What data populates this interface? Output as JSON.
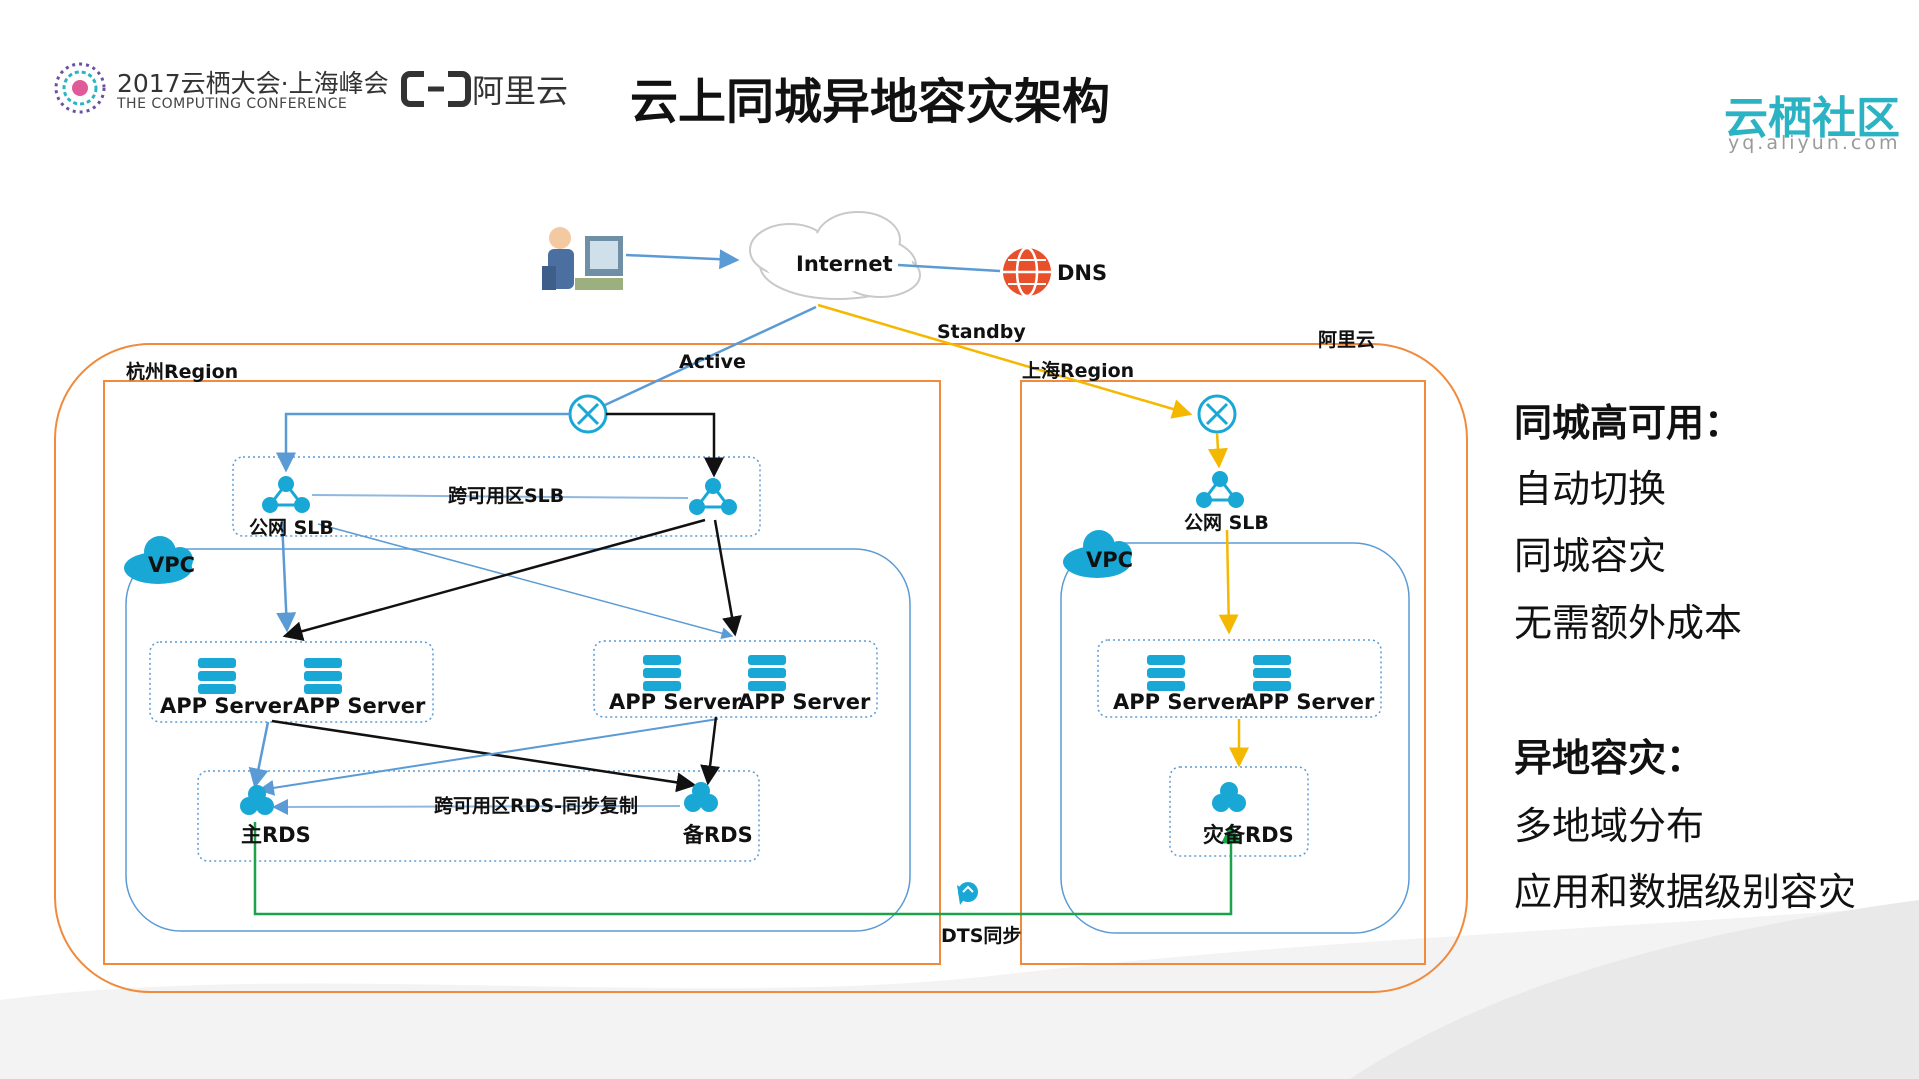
{
  "header": {
    "conference_title": "2017云栖大会·上海峰会",
    "conference_subtitle": "THE COMPUTING CONFERENCE",
    "aliyun_brand": "阿里云",
    "page_title": "云上同城异地容灾架构",
    "community_title": "云栖社区",
    "community_url": "yq.aliyun.com"
  },
  "diagram": {
    "internet": "Internet",
    "dns": "DNS",
    "active": "Active",
    "standby": "Standby",
    "cloud_label": "阿里云",
    "hangzhou_region": "杭州Region",
    "shanghai_region": "上海Region",
    "cross_az_slb": "跨可用区SLB",
    "public_slb_hz": "公网 SLB",
    "public_slb_sh": "公网 SLB",
    "vpc_hz": "VPC",
    "vpc_sh": "VPC",
    "app_server": "APP Server",
    "cross_az_rds": "跨可用区RDS-同步复制",
    "primary_rds": "主RDS",
    "standby_rds": "备RDS",
    "dr_rds": "灾备RDS",
    "dts_sync": "DTS同步"
  },
  "sidebar": {
    "section1_title": "同城高可用：",
    "section1_items": [
      "自动切换",
      "同城容灾",
      "无需额外成本"
    ],
    "section2_title": "异地容灾：",
    "section2_items": [
      "多地域分布",
      "应用和数据级别容灾"
    ]
  },
  "colors": {
    "orange": "#f08a3c",
    "blue_line": "#5b9bd5",
    "yellow_line": "#f5b800",
    "green_line": "#1aa34a",
    "icon_teal": "#19a8d6",
    "accent": "#2bb3c4"
  },
  "icons": [
    "conference-logo",
    "aliyun-logo",
    "user-computer-icon",
    "internet-cloud-icon",
    "dns-globe-icon",
    "router-icon",
    "slb-icon",
    "vpc-cloud-icon",
    "server-icon",
    "rds-icon",
    "dts-icon"
  ]
}
